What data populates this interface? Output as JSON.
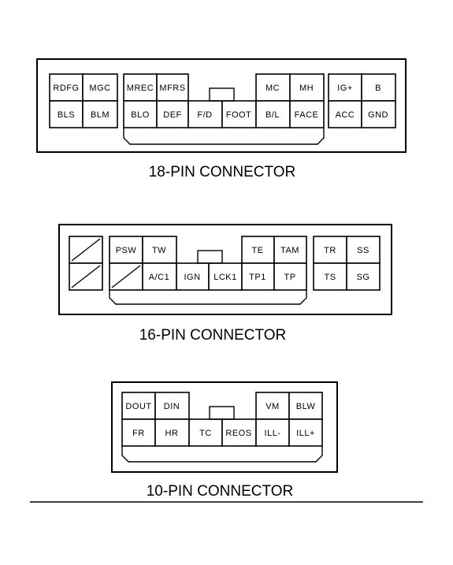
{
  "connectors": [
    {
      "title": "18-PIN CONNECTOR",
      "left_top": [
        "RDFG",
        "MGC"
      ],
      "left_bottom": [
        "BLS",
        "BLM"
      ],
      "mid_top": [
        "MREC",
        "MFRS"
      ],
      "mid_bottom": [
        "BLO",
        "DEF",
        "F/D",
        "FOOT",
        "B/L",
        "FACE"
      ],
      "mid_top_right": [
        "MC",
        "MH"
      ],
      "right_top": [
        "IG+",
        "B"
      ],
      "right_bottom": [
        "ACC",
        "GND"
      ]
    },
    {
      "title": "16-PIN CONNECTOR",
      "mid_top": [
        "PSW",
        "TW"
      ],
      "mid_bottom": [
        "A/C1",
        "IGN",
        "LCK1",
        "TP1",
        "TP"
      ],
      "mid_top_right": [
        "TE",
        "TAM"
      ],
      "right_top": [
        "TR",
        "SS"
      ],
      "right_bottom": [
        "TS",
        "SG"
      ]
    },
    {
      "title": "10-PIN CONNECTOR",
      "mid_top": [
        "DOUT",
        "DIN"
      ],
      "mid_bottom": [
        "FR",
        "HR",
        "TC",
        "REOS",
        "ILL-",
        "ILL+"
      ],
      "mid_top_right": [
        "VM",
        "BLW"
      ]
    }
  ]
}
